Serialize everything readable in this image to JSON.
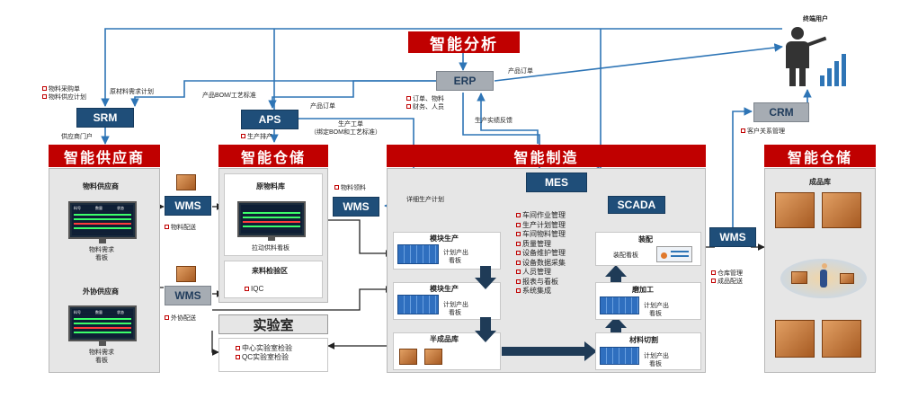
{
  "top": {
    "analysis_title": "智能分析",
    "end_user_label": "终端用户",
    "erp_label": "ERP",
    "product_order_erp": "产品订单",
    "erp_notes": [
      "订单、物料",
      "财务、人员"
    ],
    "prod_feedback": "生产实绩反馈",
    "material_plan": "原材料需求计划",
    "product_bom": "产品BOM/工艺标准",
    "product_order_aps": "产品订单",
    "production_ticket": "生产工单",
    "production_ticket_sub": "（绑定BOM和工艺标准）",
    "srm_notes": [
      "物料采购单",
      "物料供应计划"
    ]
  },
  "srm": {
    "label": "SRM",
    "portal": "供应商门户"
  },
  "aps": {
    "label": "APS",
    "note": "生产排产"
  },
  "crm": {
    "label": "CRM",
    "note": "客户关系管理"
  },
  "supplier": {
    "title": "智能供应商",
    "material_supplier": "物料供应商",
    "material_board": [
      "物料需求",
      "看板"
    ],
    "outsource_supplier": "外协供应商",
    "outsource_board": [
      "物料需求",
      "看板"
    ],
    "screen_headers": [
      "料号",
      "数量",
      "状态"
    ]
  },
  "wms_left": {
    "label": "WMS",
    "note": "物料配送"
  },
  "wms_left2": {
    "label": "WMS",
    "note": "外协配送"
  },
  "warehouse": {
    "title": "智能仓储",
    "raw_store": "原物料库",
    "pull_board": "拉动供料看板",
    "incoming": "来料检验区",
    "iqc": "IQC"
  },
  "lab": {
    "title": "实验室",
    "items": [
      "中心实验室检验",
      "QC实验室检验"
    ]
  },
  "mfg": {
    "title": "智能制造",
    "mes": "MES",
    "scada": "SCADA",
    "wms_label": "WMS",
    "material_pick": "物料领料",
    "detail_plan": "详细生产计划",
    "mes_funcs": [
      "车间作业管理",
      "生产计划管理",
      "车间物料管理",
      "质量管理",
      "设备维护管理",
      "设备数据采集",
      "人员管理",
      "报表与看板",
      "系统集成"
    ],
    "module1": "模块生产",
    "module2": "模块生产",
    "semi": "半成品库",
    "plan_board": [
      "计划产出",
      "看板"
    ],
    "assembly": "装配",
    "assembly_board": "装配看板",
    "grinding": "磨加工",
    "cutting": "材料切割"
  },
  "wms_right": {
    "label": "WMS",
    "notes": [
      "仓库管理",
      "成品配送"
    ]
  },
  "fg_warehouse": {
    "title": "智能仓储",
    "store": "成品库"
  }
}
